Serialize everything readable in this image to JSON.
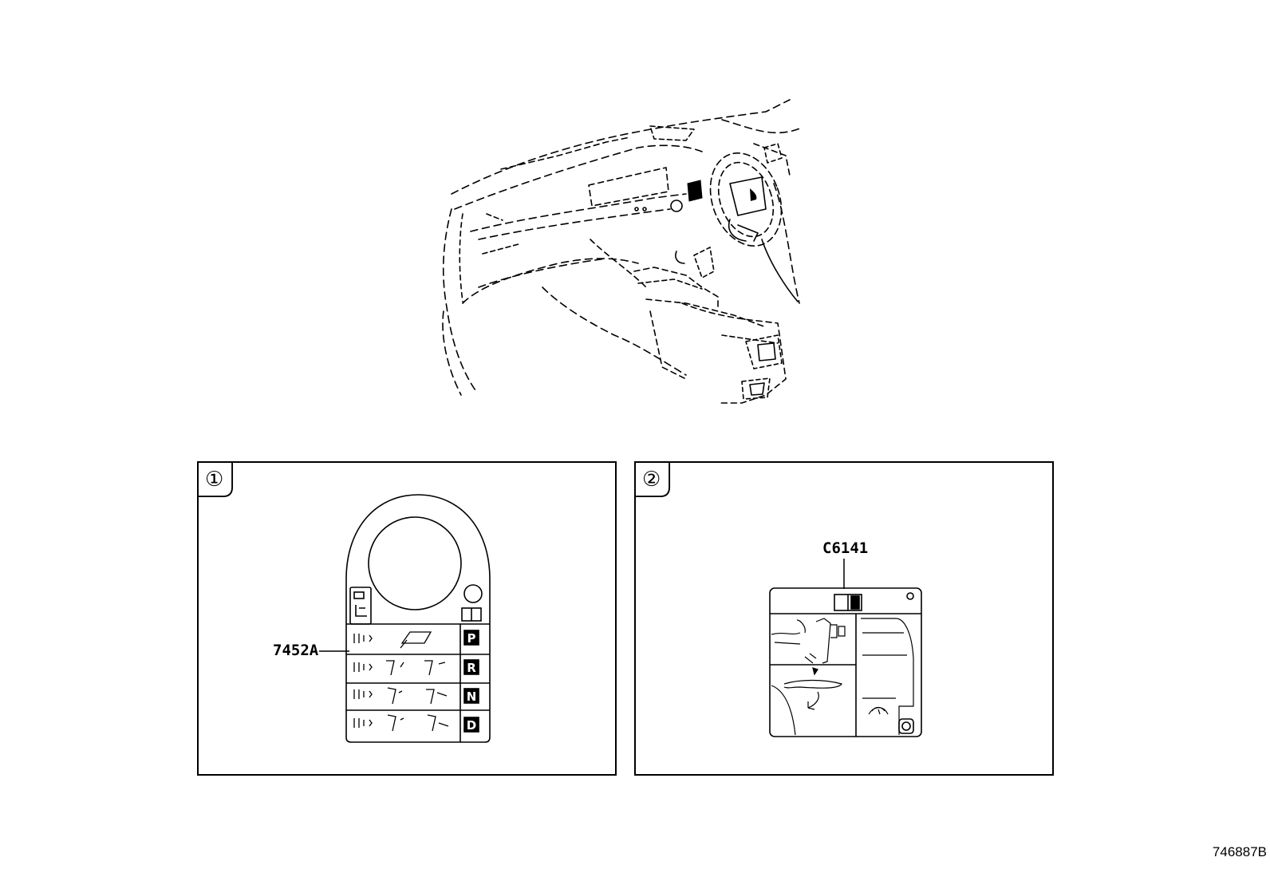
{
  "overview": {
    "label": "dashboard-and-console-overview"
  },
  "panels": [
    {
      "number": "①",
      "callout": "7452A",
      "gear_positions": [
        "P",
        "R",
        "N",
        "D"
      ]
    },
    {
      "number": "②",
      "callout": "C6141"
    }
  ],
  "document_id": "746887B",
  "colors": {
    "line": "#000000",
    "background": "#ffffff"
  }
}
